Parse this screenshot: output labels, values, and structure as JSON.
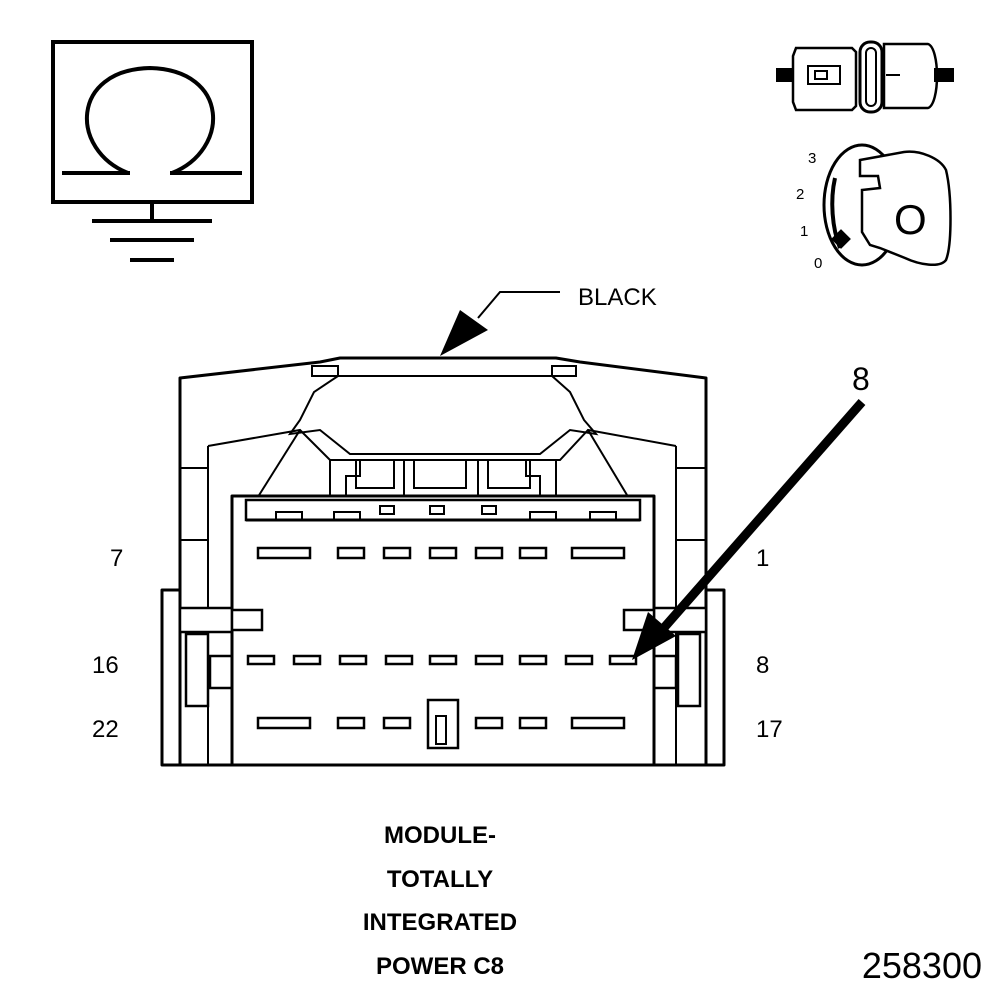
{
  "connector": {
    "color_label": "BLACK",
    "callout_pin": "8",
    "pin_labels": {
      "row1_left": "7",
      "row1_right": "1",
      "row2_left": "16",
      "row2_right": "8",
      "row3_left": "22",
      "row3_right": "17"
    }
  },
  "key_switch": {
    "positions": [
      "3",
      "2",
      "1",
      "0"
    ],
    "key_label": "O"
  },
  "caption": {
    "line1": "MODULE-",
    "line2": "TOTALLY",
    "line3": "INTEGRATED",
    "line4": "POWER C8"
  },
  "figure_number": "258300"
}
